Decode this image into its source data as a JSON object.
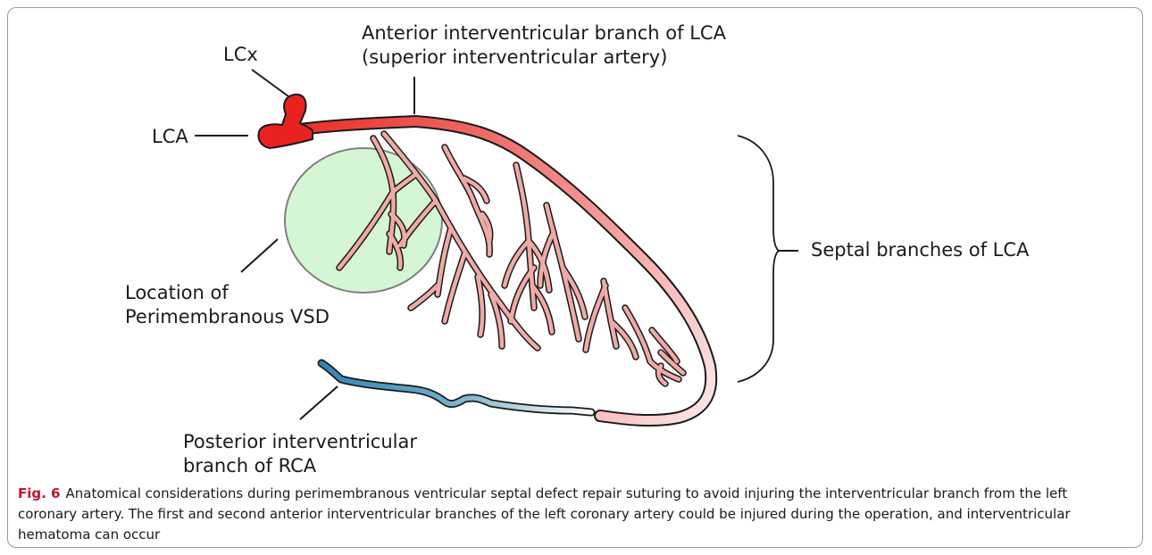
{
  "labels": {
    "lcx": "LCx",
    "lca": "LCA",
    "anterior_line1": "Anterior interventricular branch of LCA",
    "anterior_line2": "(superior interventricular artery)",
    "septal": "Septal branches of LCA",
    "vsd_line1": "Location of",
    "vsd_line2": "Perimembranous VSD",
    "posterior_line1": "Posterior interventricular",
    "posterior_line2": "branch of RCA"
  },
  "caption": {
    "lead": "Fig. 6",
    "text": "Anatomical considerations during perimembranous ventricular septal defect repair suturing to avoid injuring the interventricular branch from the left coronary artery. The first and second anterior interventricular branches of the left coronary artery could be injured during the operation, and interventricular hematoma can occur"
  },
  "colors": {
    "lca_red": "#e8231f",
    "lca_fade": "#fbdede",
    "branch_fill": "#f0aaa6",
    "vsd_fill": "#cdf5cd",
    "vsd_stroke": "#808080",
    "rca_blue": "#2e86b6",
    "rca_fade": "#ffffff",
    "caption_lead": "#c8102e"
  }
}
